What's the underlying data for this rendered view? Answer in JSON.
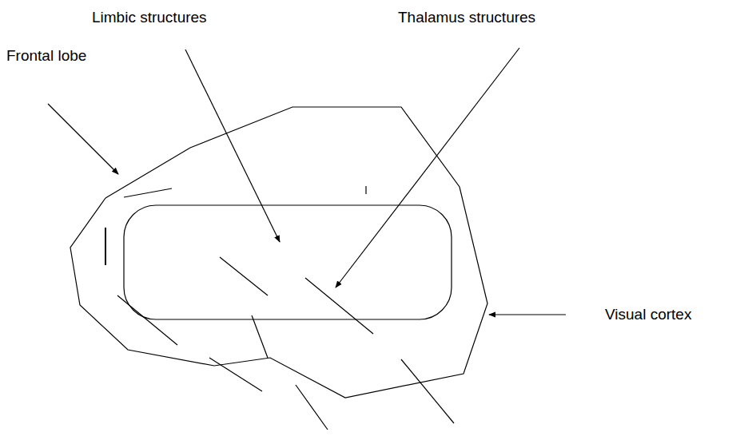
{
  "diagram": {
    "labels": [
      "Limbic structures",
      "Thalamus structures",
      "Frontal lobe",
      "Visual cortex"
    ]
  }
}
